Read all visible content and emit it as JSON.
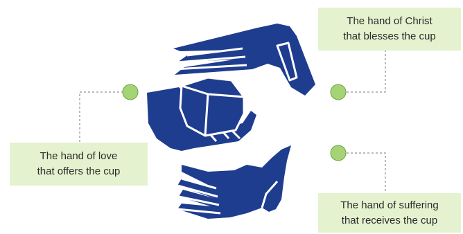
{
  "colors": {
    "hand": "#1f3d8f",
    "hand_stroke": "#ffffff",
    "dot": "#a6d376",
    "dot_stroke": "#6aa53c",
    "box": "#e4f2cf",
    "connector": "#777777"
  },
  "labels": {
    "christ": {
      "line1": "The hand of Christ",
      "line2": "that blesses the cup"
    },
    "love": {
      "line1": "The hand of love",
      "line2": "that offers the cup"
    },
    "suffering": {
      "line1": "The hand of suffering",
      "line2": "that receives the cup"
    }
  },
  "icons": {
    "top_hand": "blessing-hand-icon",
    "middle_hand": "hand-holding-cup-icon",
    "cup": "cup-icon",
    "bottom_hand": "receiving-hand-icon"
  }
}
